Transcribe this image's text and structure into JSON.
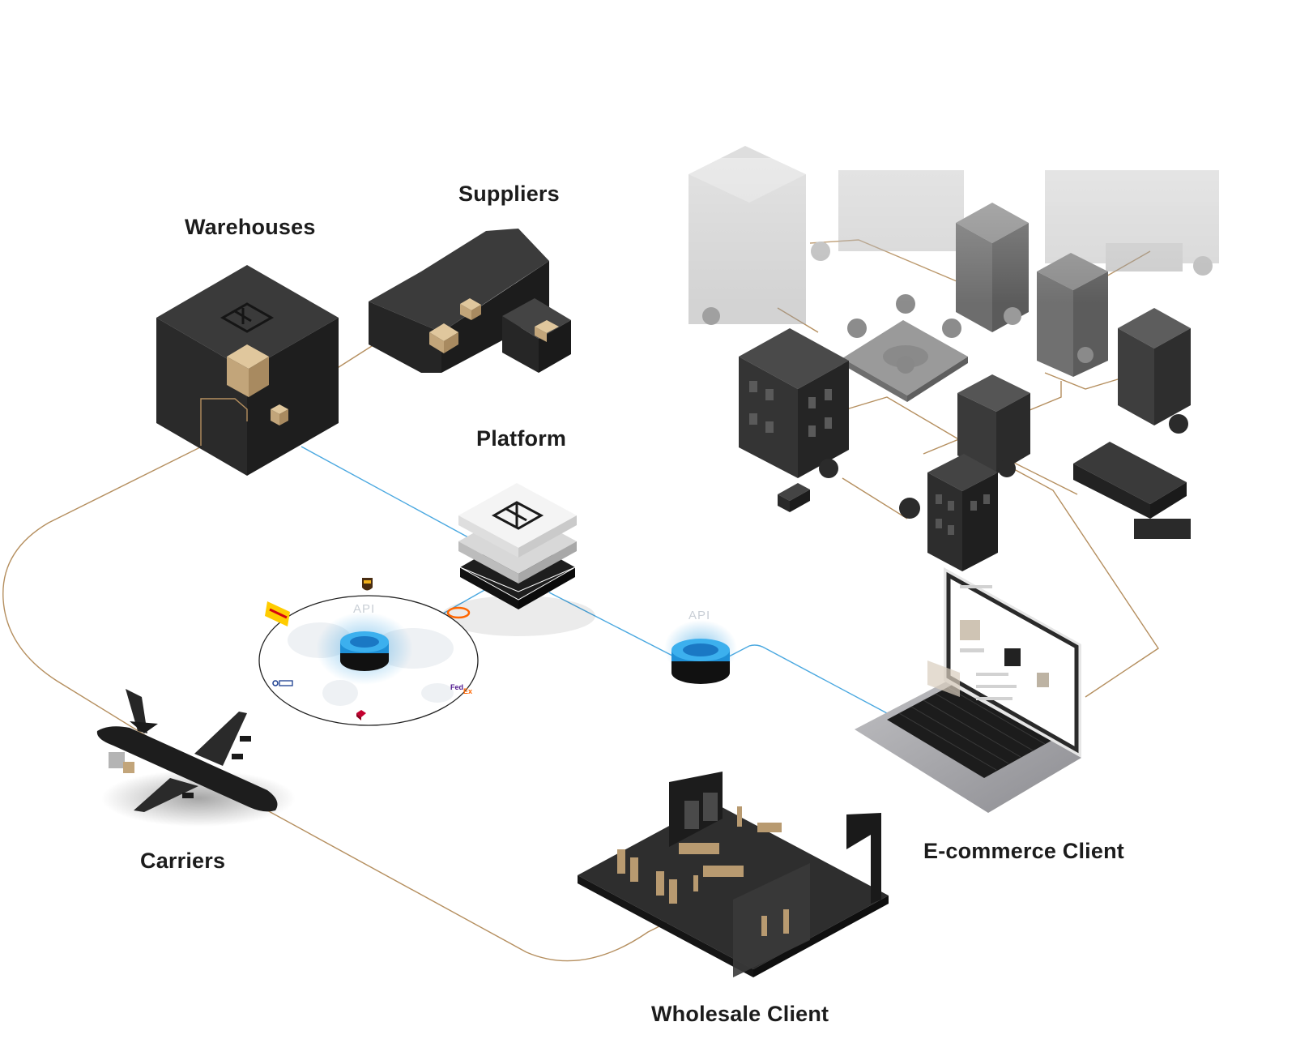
{
  "nodes": {
    "warehouses": {
      "label": "Warehouses"
    },
    "suppliers": {
      "label": "Suppliers"
    },
    "platform": {
      "label": "Platform"
    },
    "carriers": {
      "label": "Carriers"
    },
    "ecommerce": {
      "label": "E-commerce Client"
    },
    "wholesale": {
      "label": "Wholesale Client"
    }
  },
  "api_hubs": {
    "carrier_api": {
      "label": "API"
    },
    "client_api": {
      "label": "API"
    }
  },
  "carrier_logos": [
    {
      "name": "UPS",
      "icon": "ups-logo-icon"
    },
    {
      "name": "DHL",
      "icon": "dhl-logo-icon"
    },
    {
      "name": "TNT",
      "icon": "tnt-logo-icon"
    },
    {
      "name": "FedEx",
      "icon": "fedex-logo-icon"
    },
    {
      "name": "DPD",
      "icon": "dpd-logo-icon"
    },
    {
      "name": "UMD",
      "icon": "umd-logo-icon"
    }
  ],
  "colors": {
    "physical_link": "#b58f5f",
    "data_link": "#4aa8e0",
    "node_dark": "#262626",
    "box_gold": "#c2a57a",
    "api_glow": "#1e90d6"
  }
}
